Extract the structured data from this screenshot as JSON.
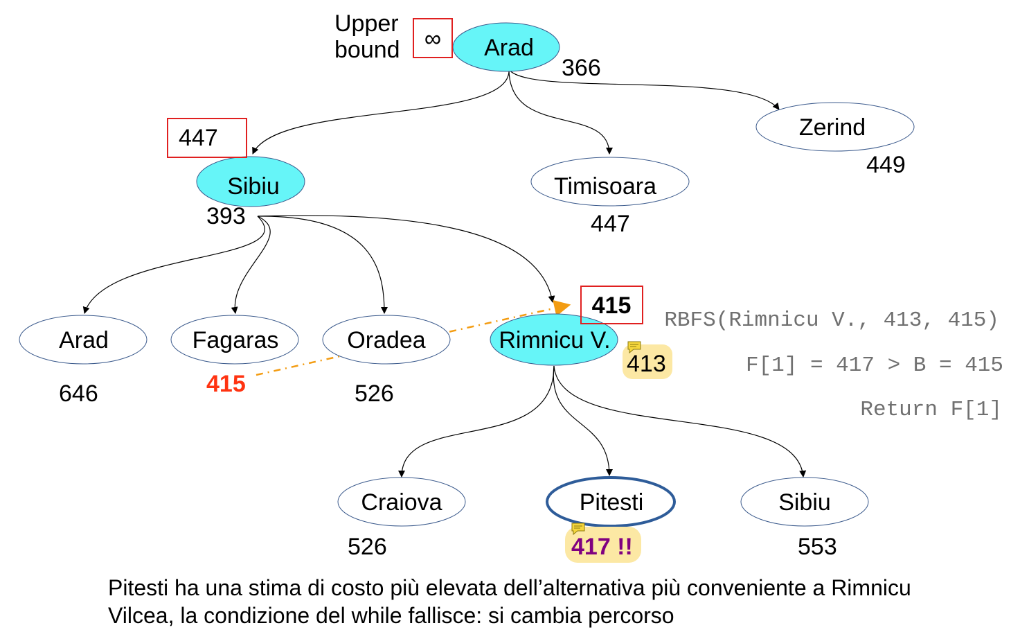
{
  "upper_bound_label": [
    "Upper",
    "bound"
  ],
  "root_bound": "∞",
  "nodes": {
    "arad_root": {
      "name": "Arad",
      "f": "366",
      "bound": ""
    },
    "sibiu": {
      "name": "Sibiu",
      "f": "393",
      "bound": "447"
    },
    "timisoara": {
      "name": "Timisoara",
      "f": "447"
    },
    "zerind": {
      "name": "Zerind",
      "f": "449"
    },
    "arad_leaf": {
      "name": "Arad",
      "f": "646"
    },
    "fagaras": {
      "name": "Fagaras",
      "f": "415"
    },
    "oradea": {
      "name": "Oradea",
      "f": "526"
    },
    "rimnicu": {
      "name": "Rimnicu V.",
      "f": "413",
      "bound": "415"
    },
    "craiova": {
      "name": "Craiova",
      "f": "526"
    },
    "pitesti": {
      "name": "Pitesti",
      "f": "417 !!"
    },
    "sibiu_leaf": {
      "name": "Sibiu",
      "f": "553"
    }
  },
  "code": {
    "call": "RBFS(Rimnicu V., 413, 415)",
    "condition": "F[1] = 417 > B = 415",
    "ret": "Return F[1]"
  },
  "caption": {
    "line1": "Pitesti ha una stima di costo più elevata dell’alternativa più conveniente a Rimnicu",
    "line2": "Vilcea, la condizione del while fallisce: si cambia percorso"
  },
  "colors": {
    "active_fill": "#66f5f8",
    "node_stroke": "#3b5a8c",
    "highlight_stroke": "#2e5c99",
    "bound_box": "#e02020",
    "alt_value": "#ff3311",
    "warn_value": "#800080",
    "sticky_note": "#fce8a4",
    "dashed_arrow": "#f39c12",
    "code_text": "#707070"
  }
}
